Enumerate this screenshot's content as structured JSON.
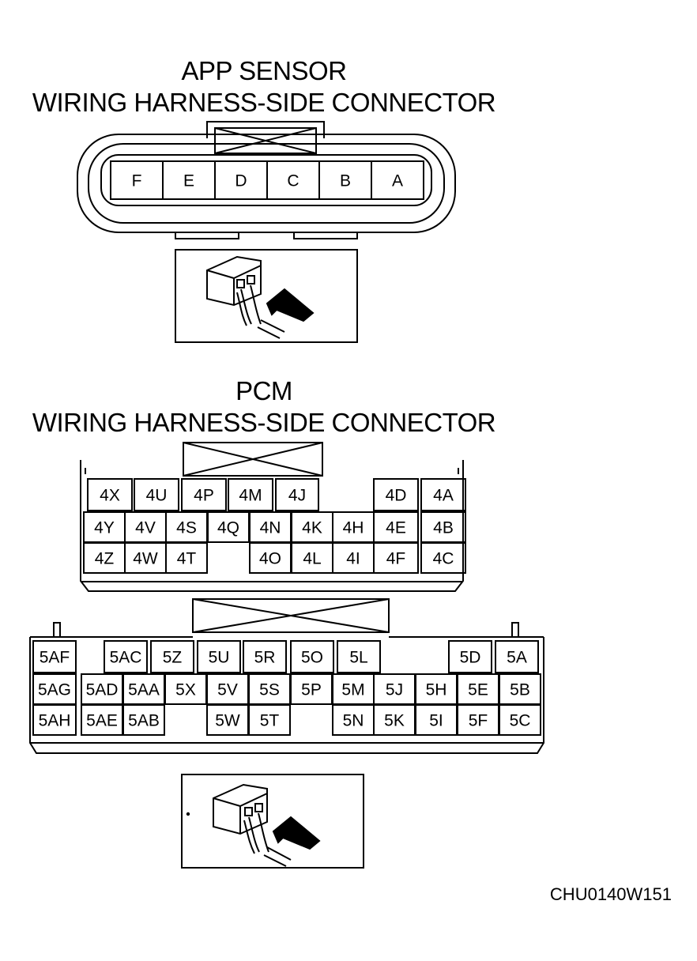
{
  "app_sensor": {
    "title_line1": "APP SENSOR",
    "title_line2": "WIRING HARNESS-SIDE CONNECTOR",
    "pins": [
      "F",
      "E",
      "D",
      "C",
      "B",
      "A"
    ]
  },
  "pcm": {
    "title_line1": "PCM",
    "title_line2": "WIRING HARNESS-SIDE CONNECTOR",
    "connector4": [
      [
        "4X",
        "4U",
        "4P",
        "4M",
        "4J",
        "",
        "",
        "4D",
        "4A"
      ],
      [
        "4Y",
        "4V",
        "4S",
        "4Q",
        "4N",
        "4K",
        "4H",
        "4E",
        "4B"
      ],
      [
        "4Z",
        "4W",
        "4T",
        "",
        "4O",
        "4L",
        "4I",
        "4F",
        "4C"
      ]
    ],
    "connector5": [
      [
        "5AF",
        "",
        "5AC",
        "5Z",
        "5U",
        "5R",
        "5O",
        "5L",
        "",
        "",
        "5D",
        "5A"
      ],
      [
        "5AG",
        "5AD",
        "5AA",
        "5X",
        "5V",
        "5S",
        "5P",
        "5M",
        "5J",
        "5H",
        "5E",
        "5B"
      ],
      [
        "5AH",
        "5AE",
        "5AB",
        "",
        "5W",
        "5T",
        "",
        "5N",
        "5K",
        "5I",
        "5F",
        "5C"
      ]
    ]
  },
  "figure_code": "CHU0140W151"
}
